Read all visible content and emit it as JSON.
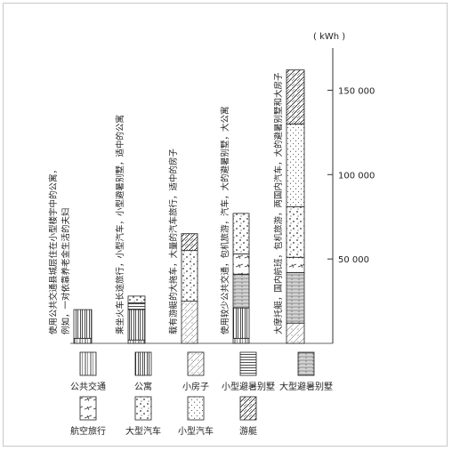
{
  "chart_data": {
    "type": "bar",
    "stacked": true,
    "ylabel": "( kWh )",
    "ylim": [
      0,
      175000
    ],
    "yticks": [
      {
        "value": 50000,
        "label": "50 000"
      },
      {
        "value": 100000,
        "label": "100 000"
      },
      {
        "value": 150000,
        "label": "150 000"
      }
    ],
    "grid": false,
    "legend_position": "bottom",
    "categories": [
      {
        "lines": [
          "使用公共交通县城层住在小型楼宇中的公寓，",
          "例如，一对依靠养老金生活的夫妇"
        ]
      },
      {
        "lines": [
          "乘坐火车长途旅行，小型汽车，小型避暑别墅，适中的公寓"
        ]
      },
      {
        "lines": [
          "载有游艇的大拖车，大量的汽车旅行，适中的房子"
        ]
      },
      {
        "lines": [
          "使用较少公共交通，包机旅游，汽车，大的避暑别墅，大公寓"
        ]
      },
      {
        "lines": [
          "大摩托艇，国内航班，包机旅游，两国内汽车，大的避暑别墅和大房子"
        ]
      }
    ],
    "series": [
      {
        "name": "公共交通",
        "pattern": "transit",
        "values": [
          3000,
          2000,
          0,
          3000,
          0
        ]
      },
      {
        "name": "公寓",
        "pattern": "apartment",
        "values": [
          17000,
          18000,
          0,
          18000,
          0
        ]
      },
      {
        "name": "小房子",
        "pattern": "house",
        "values": [
          0,
          0,
          25000,
          0,
          12000
        ]
      },
      {
        "name": "小型避暑别墅",
        "pattern": "hlines",
        "values": [
          0,
          4000,
          0,
          0,
          0
        ]
      },
      {
        "name": "大型避暑别墅",
        "pattern": "villa",
        "values": [
          0,
          0,
          0,
          20000,
          30000
        ]
      },
      {
        "name": "航空旅行",
        "pattern": "plane",
        "values": [
          0,
          0,
          0,
          12000,
          9000
        ]
      },
      {
        "name": "大型汽车",
        "pattern": "car",
        "values": [
          0,
          4000,
          30000,
          24000,
          30000
        ]
      },
      {
        "name": "小型汽车",
        "pattern": "dots",
        "values": [
          0,
          0,
          0,
          0,
          49000
        ]
      },
      {
        "name": "游艇",
        "pattern": "yacht",
        "values": [
          0,
          0,
          10000,
          0,
          32000
        ]
      }
    ],
    "totals_note": ""
  },
  "legend": {
    "row1": [
      "公共交通",
      "公寓",
      "小房子",
      "小型避暑别墅",
      "大型避暑别墅"
    ],
    "row2": [
      "航空旅行",
      "大型汽车",
      "小型汽车",
      "游艇"
    ]
  }
}
